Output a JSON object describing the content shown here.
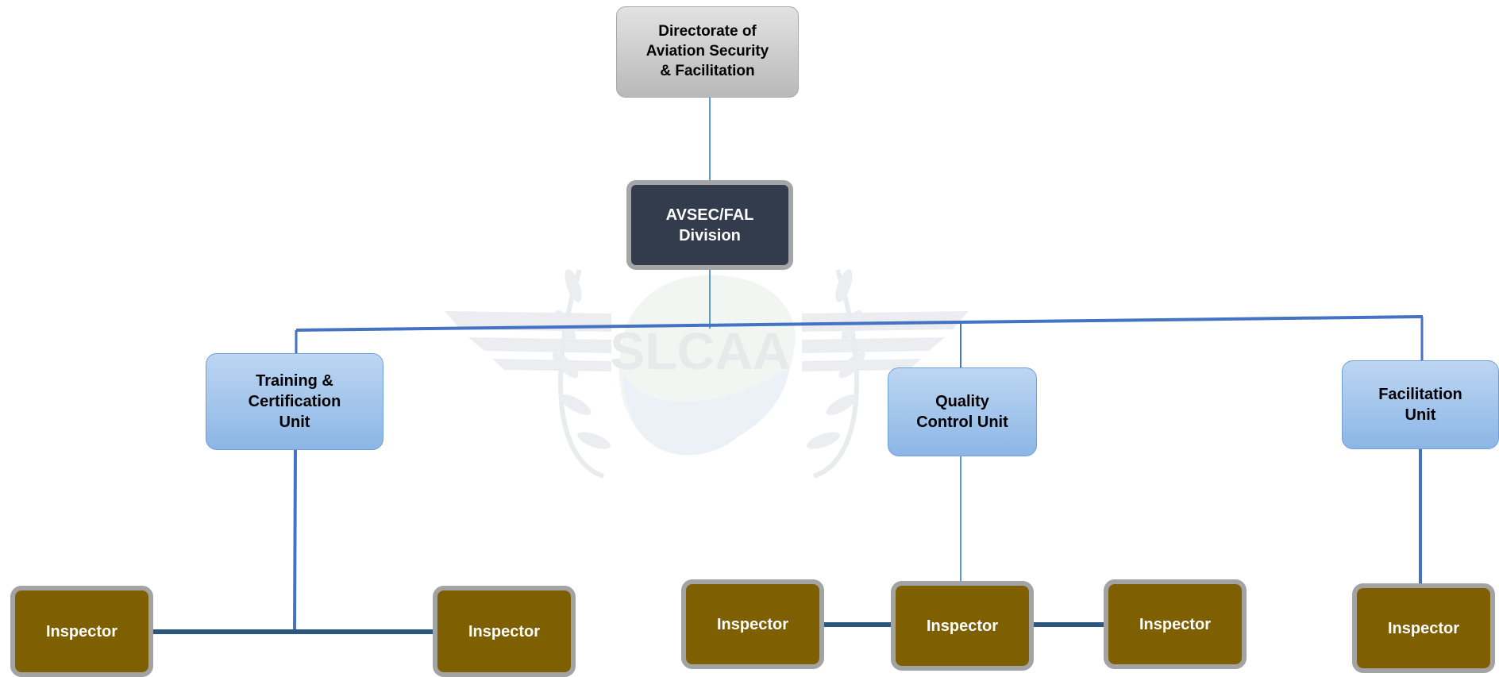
{
  "diagram": {
    "top": "Directorate of\nAviation Security\n& Facilitation",
    "division": "AVSEC/FAL\nDivision",
    "units": {
      "training": "Training &\nCertification\nUnit",
      "quality": "Quality\nControl Unit",
      "facilitation": "Facilitation\nUnit"
    },
    "inspectors": [
      "Inspector",
      "Inspector",
      "Inspector",
      "Inspector",
      "Inspector",
      "Inspector"
    ]
  },
  "watermark": {
    "text": "SLCAA",
    "type": "logo"
  },
  "colors": {
    "top_fill": "#c9c9c9",
    "division_fill": "#333c4d",
    "unit_fill": "#a9c8ee",
    "inspector_fill": "#7e5f02",
    "connector_blue": "#4472c4",
    "connector_dark": "#2d567f"
  }
}
